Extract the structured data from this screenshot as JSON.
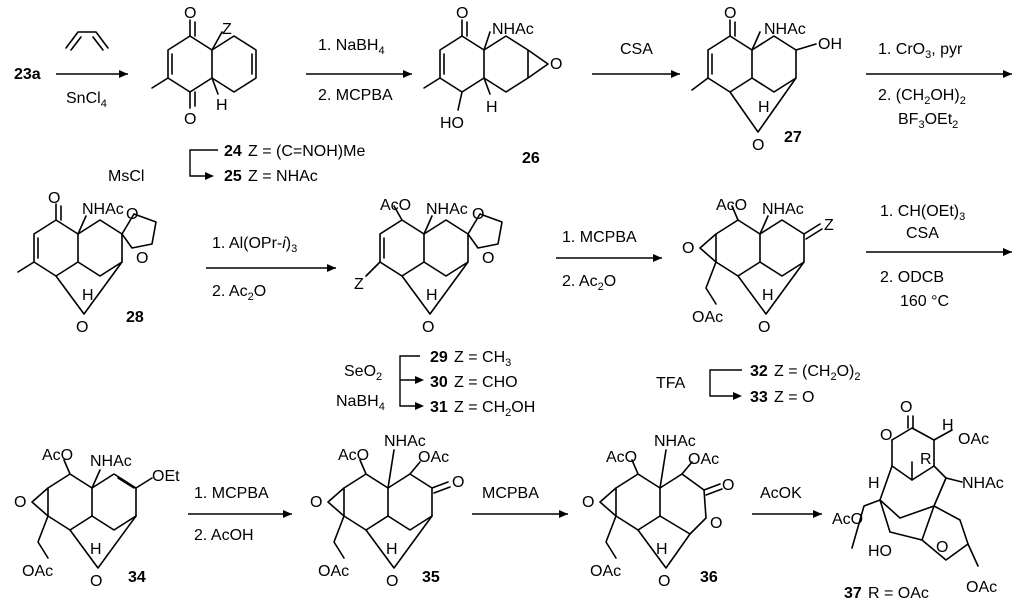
{
  "compounds": {
    "c23a": "23a",
    "c24": "24",
    "c25": "25",
    "c26": "26",
    "c27": "27",
    "c28": "28",
    "c29": "29",
    "c30": "30",
    "c31": "31",
    "c32": "32",
    "c33": "33",
    "c34": "34",
    "c35": "35",
    "c36": "36",
    "c37": "37"
  },
  "reagents": {
    "r1_below": "SnCl",
    "r1_below_sub": "4",
    "r2_line1": "1. NaBH",
    "r2_line1_sub": "4",
    "r2_line2": "2. MCPBA",
    "r3": "CSA",
    "r4_line1": "1. CrO",
    "r4_line1_sub": "3",
    "r4_line1_tail": ", pyr",
    "r4_line2": "2. (CH",
    "r4_line2_sub": "2",
    "r4_line2_tail": "OH)",
    "r4_line2_sub2": "2",
    "r4_line3": "BF",
    "r4_line3_sub": "3",
    "r4_line3_mid": "OEt",
    "r4_line3_sub2": "2",
    "r5": "MsCl",
    "r6_line1": "1. Al(OPr-",
    "r6_line1_italic": "i",
    "r6_line1_tail": ")",
    "r6_line1_sub": "3",
    "r6_line2": "2. Ac",
    "r6_line2_sub": "2",
    "r6_line2_tail": "O",
    "r7_line1": "1. MCPBA",
    "r7_line2": "2. Ac",
    "r7_line2_sub": "2",
    "r7_line2_tail": "O",
    "r8_line1": "1. CH(OEt)",
    "r8_line1_sub": "3",
    "r8_line2": "CSA",
    "r8_line3": "2. ODCB",
    "r8_line4": "160 °C",
    "r9": "SeO",
    "r9_sub": "2",
    "r10": "NaBH",
    "r10_sub": "4",
    "r11": "TFA",
    "r12_line1": "1. MCPBA",
    "r12_line2": "2. AcOH",
    "r13": "MCPBA",
    "r14": "AcOK"
  },
  "definitions": {
    "d24": "Z = (C=NOH)Me",
    "d25": "Z = NHAc",
    "d29": "Z = CH",
    "d29_sub": "3",
    "d30": "Z = CHO",
    "d31": "Z = CH",
    "d31_sub": "2",
    "d31_tail": "OH",
    "d32": "Z = (CH",
    "d32_sub": "2",
    "d32_mid": "O)",
    "d32_sub2": "2",
    "d33": "Z = O",
    "d37": "R = OAc"
  },
  "atoms": {
    "O": "O",
    "Z": "Z",
    "H": "H",
    "OH": "OH",
    "HO": "HO",
    "NHAc": "NHAc",
    "AcO": "AcO",
    "OAc": "OAc",
    "OEt": "OEt",
    "R": "R"
  }
}
